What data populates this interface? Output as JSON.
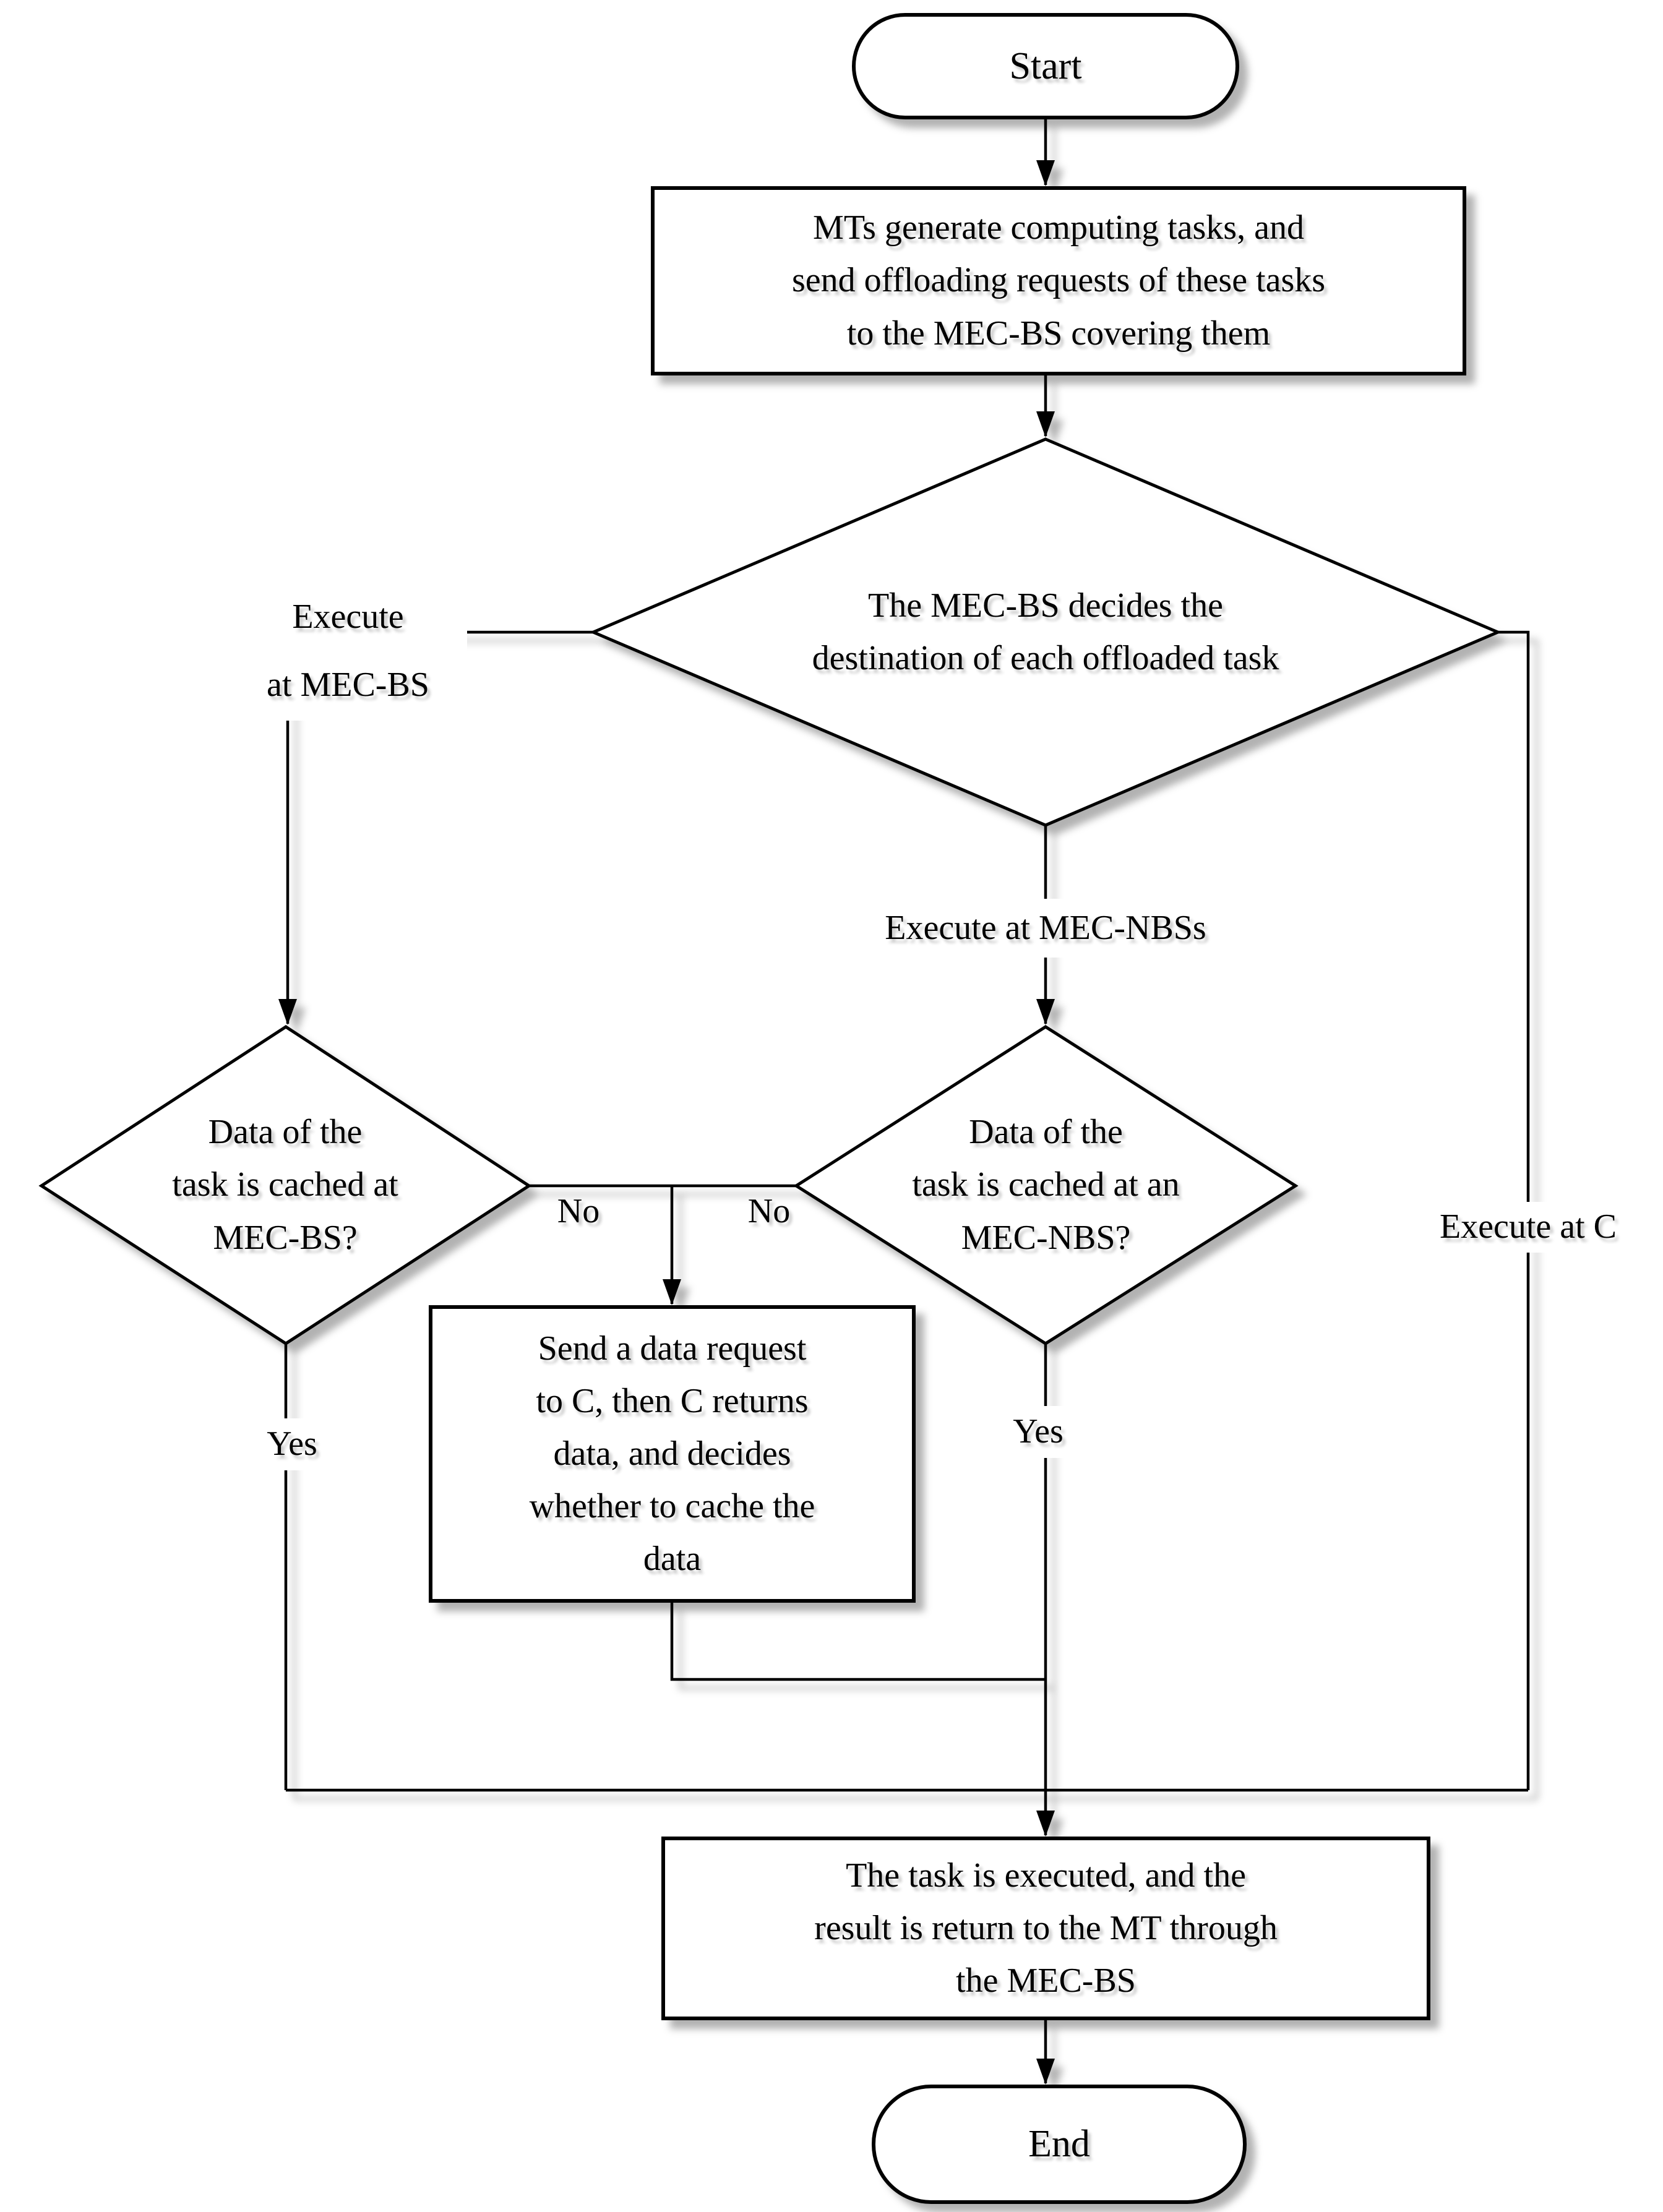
{
  "flowchart": {
    "colors": {
      "stroke": "#000000",
      "node_fill": "#ffffff",
      "background": "#ffffff",
      "shadow": "#a6a6a6"
    },
    "nodes": {
      "start": {
        "type": "terminator",
        "label": "Start"
      },
      "generate_tasks": {
        "type": "process",
        "label": "MTs generate computing tasks, and\nsend offloading requests of these tasks\nto the MEC-BS covering them"
      },
      "decide_destination": {
        "type": "decision",
        "label": "The MEC-BS decides the\ndestination of each offloaded task"
      },
      "cached_at_mec_bs": {
        "type": "decision",
        "label": "Data of the\ntask is cached at\nMEC-BS?"
      },
      "cached_at_mec_nbs": {
        "type": "decision",
        "label": "Data of the\ntask is cached at an\nMEC-NBS?"
      },
      "send_data_request": {
        "type": "process",
        "label": "Send a data request\nto C, then C returns\ndata, and decides\nwhether to cache the\ndata"
      },
      "task_executed": {
        "type": "process",
        "label": "The task is executed, and the\nresult is return to the MT through\nthe MEC-BS"
      },
      "end": {
        "type": "terminator",
        "label": "End"
      }
    },
    "edge_labels": {
      "execute_at_mec_bs": "Execute\nat MEC-BS",
      "execute_at_mec_nbss": "Execute at MEC-NBSs",
      "execute_at_c": "Execute at C",
      "no_left": "No",
      "no_right": "No",
      "yes_left": "Yes",
      "yes_right": "Yes"
    }
  }
}
